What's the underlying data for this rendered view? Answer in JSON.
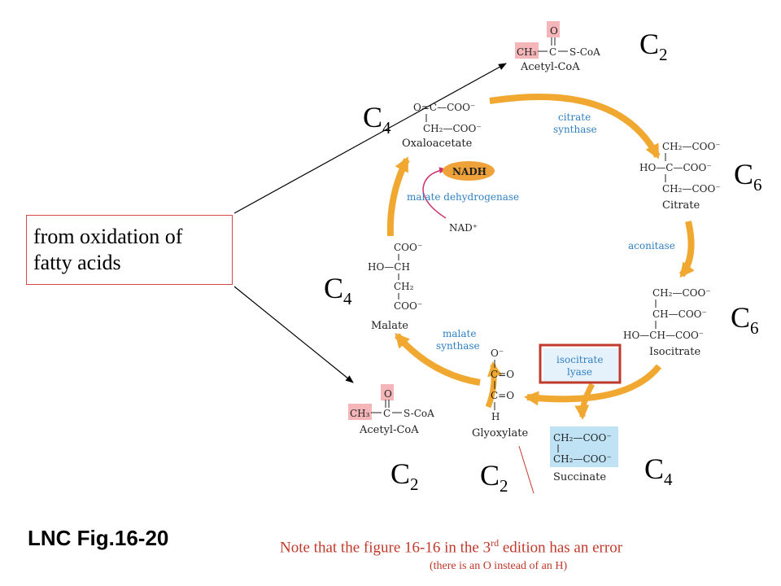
{
  "callout": {
    "line1": "from oxidation of",
    "line2": "fatty acids"
  },
  "carbon_labels": {
    "letter": "C",
    "c2": "2",
    "c4": "4",
    "c6": "6"
  },
  "figure_label": "LNC Fig.16-20",
  "note": {
    "pre": "Note that the figure 16-16 in the 3",
    "sup": "rd",
    "post": " edition has an error",
    "line2": "(there is an O instead of an H)"
  },
  "diagram": {
    "acetyl_coa_name": "Acetyl-CoA",
    "acetyl_coa_structure": {
      "o": "O",
      "ch3": "CH₃",
      "c": "C",
      "scoa": "S-CoA"
    },
    "oxaloacetate_name": "Oxaloacetate",
    "oxaloacetate_structure": {
      "line1": "O=C—COO⁻",
      "line2": "CH₂—COO⁻"
    },
    "citrate_name": "Citrate",
    "citrate_structure": {
      "line1": "CH₂—COO⁻",
      "line2": "HO—C—COO⁻",
      "line3": "CH₂—COO⁻"
    },
    "isocitrate_name": "Isocitrate",
    "isocitrate_structure": {
      "line1": "CH₂—COO⁻",
      "line2": "CH—COO⁻",
      "line3": "HO—CH—COO⁻"
    },
    "malate_name": "Malate",
    "malate_structure": {
      "line1": "COO⁻",
      "line2": "HO—CH",
      "line3": "CH₂",
      "line4": "COO⁻"
    },
    "glyoxylate_name": "Glyoxylate",
    "glyoxylate_structure": {
      "line1": "O⁻",
      "line2": "C=O",
      "line3": "C=O",
      "line4": "H"
    },
    "succinate_name": "Succinate",
    "succinate_structure": {
      "line1": "CH₂—COO⁻",
      "line2": "CH₂—COO⁻"
    },
    "enzymes": {
      "citrate_synthase": [
        "citrate",
        "synthase"
      ],
      "aconitase": "aconitase",
      "isocitrate_lyase": [
        "isocitrate",
        "lyase"
      ],
      "malate_synthase": [
        "malate",
        "synthase"
      ],
      "malate_dehydrogenase": "malate dehydrogenase"
    },
    "nadh": "NADH",
    "nad_plus": "NAD⁺"
  },
  "colors": {
    "orange_arrow": "#f0a830",
    "blue_text": "#2f7fc1",
    "pink_highlight": "#f4b6b8",
    "blue_highlight": "#bfe3f5",
    "red_box": "#c0392b",
    "nadh_oval": "#f0a23a",
    "magenta_arrow": "#d0346f"
  }
}
